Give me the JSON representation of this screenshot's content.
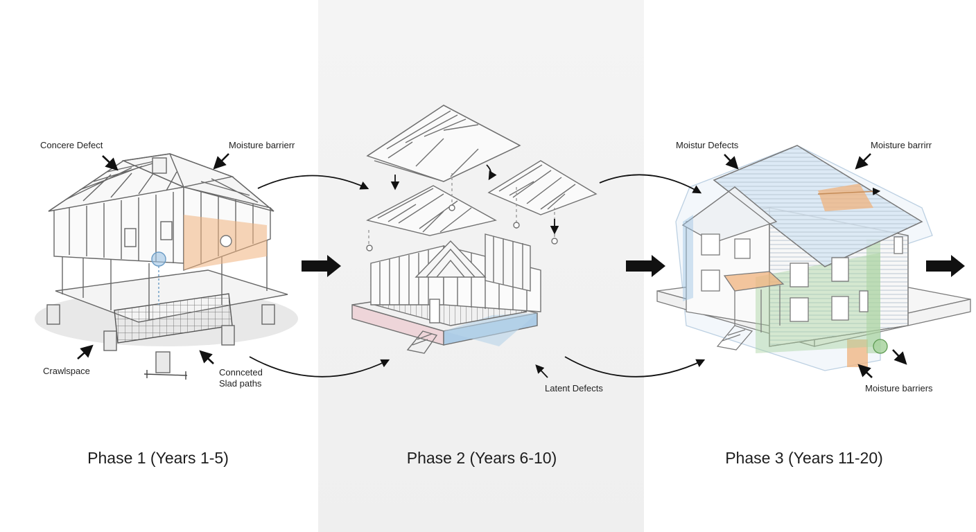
{
  "phases": [
    {
      "title": "Phase 1 (Years 1-5)",
      "labels": {
        "concrete_defect": "Concere Defect",
        "moisture_barrier": "Moisture barrierr",
        "crawlspace": "Crawlspace",
        "connected_slab_line1": "Connceted",
        "connected_slab_line2": "Slad paths"
      }
    },
    {
      "title": "Phase 2 (Years 6-10)",
      "labels": {
        "latent_defects": "Latent Defects"
      }
    },
    {
      "title": "Phase 3 (Years 11-20)",
      "labels": {
        "moisture_defects": "Moistur Defects",
        "moisture_barrier": "Moisture barrirr",
        "moisture_barriers": "Moisture barriers"
      }
    }
  ],
  "colors": {
    "line": "#5a5a5a",
    "frame": "#8a8a8a",
    "orange_zone": "#f0b37e",
    "blue_zone": "#9cc3e4",
    "green_zone": "#a9d3a0",
    "pink_zone": "#ecc9cf",
    "arrow": "#111111"
  },
  "icons": [
    "arrow-right-icon",
    "curved-arrow-icon",
    "pointer-arrow-icon"
  ]
}
